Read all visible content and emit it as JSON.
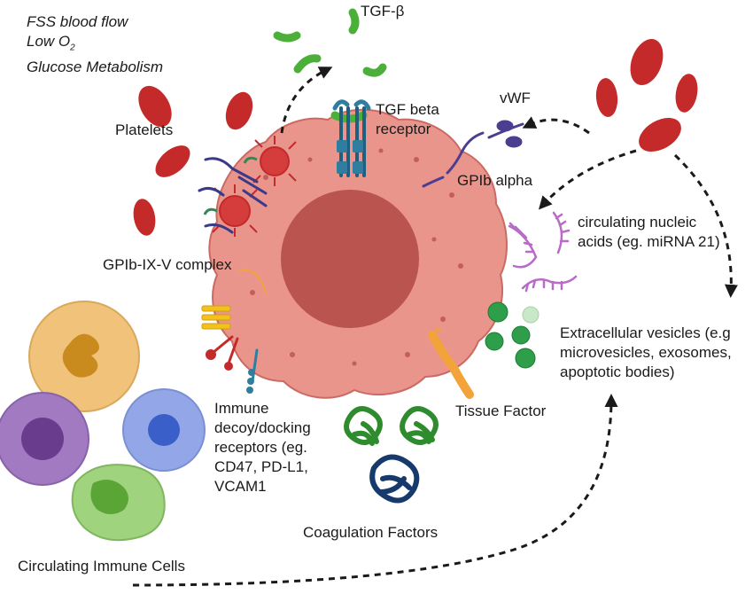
{
  "conditions": {
    "line1": "FSS blood flow",
    "line2_base": "Low O",
    "line2_sub": "2",
    "line3": "Glucose Metabolism"
  },
  "labels": {
    "tgf_beta": "TGF-β",
    "tgf_receptor_1": "TGF beta",
    "tgf_receptor_2": "receptor",
    "platelets": "Platelets",
    "vwf": "vWF",
    "gpib_alpha": "GPIb alpha",
    "gpib_complex": "GPIb-IX-V complex",
    "nucleic_1": "circulating nucleic",
    "nucleic_2": "acids (eg. miRNA 21)",
    "ev_1": "Extracellular vesicles (e.g",
    "ev_2": "microvesicles, exosomes,",
    "ev_3": "apoptotic bodies)",
    "immune_1": "Immune",
    "immune_2": "decoy/docking",
    "immune_3": "receptors (eg.",
    "immune_4": "CD47, PD-L1,",
    "immune_5": "VCAM1",
    "tissue_factor": "Tissue Factor",
    "coagulation": "Coagulation Factors",
    "immune_cells": "Circulating Immune Cells"
  },
  "colors": {
    "cell_fill": "#e9958c",
    "nucleus_fill": "#b9544f",
    "rbc": "#c42a2a",
    "tgf": "#4caf3a",
    "receptor_blue": "#2f7ea0",
    "vwf": "#4b3d8f",
    "nucleic": "#b86bc7",
    "vesicle": "#2e9e4a",
    "tissue_factor": "#f2a33a",
    "coag_green": "#2e8b2e",
    "coag_navy": "#163a6b",
    "immune_orange": "#f0c27a",
    "immune_purple": "#a27ac2",
    "immune_blue": "#93a6e8",
    "immune_green": "#9fd37d"
  }
}
